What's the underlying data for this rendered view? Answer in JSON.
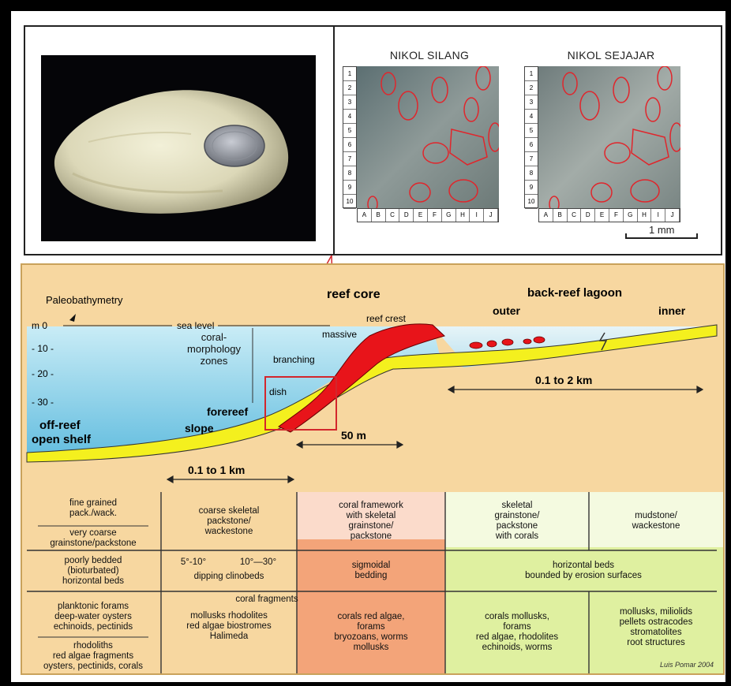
{
  "top": {
    "grid_left_title": "NIKOL SILANG",
    "grid_right_title": "NIKOL SEJAJAR",
    "row_numbers": [
      "1",
      "2",
      "3",
      "4",
      "5",
      "6",
      "7",
      "8",
      "9",
      "10"
    ],
    "col_letters": [
      "A",
      "B",
      "C",
      "D",
      "E",
      "F",
      "G",
      "H",
      "I",
      "J"
    ],
    "scale_label": "1 mm"
  },
  "diagram": {
    "paleobathymetry": "Paleobathymetry",
    "sea_level": "sea level",
    "depth_labels": [
      "m 0",
      "- 10 -",
      "- 20 -",
      "- 30 -"
    ],
    "coral_morphology": "coral-\nmorphology\nzones",
    "reef_core": "reef core",
    "reef_crest": "reef crest",
    "massive": "massive",
    "branching": "branching",
    "dish": "dish",
    "forereef": "forereef",
    "slope": "slope",
    "off_reef": "off-reef",
    "open_shelf": "open shelf",
    "back_reef": "back-reef lagoon",
    "outer": "outer",
    "inner": "inner",
    "dist_lagoon": "0.1  to 2 km",
    "dist_reef": "50 m",
    "dist_slope": "0.1  to 1 km"
  },
  "table": {
    "r1": [
      "fine grained\npack./wack.",
      "very coarse\ngrainstone/packstone",
      "coarse skeletal\npackstone/\nwackestone",
      "coral framework\nwith skeletal\ngrainstone/\npackstone",
      "skeletal\ngrainstone/\npackstone\nwith corals",
      "mudstone/\nwackestone"
    ],
    "r2": [
      "poorly bedded\n(bioturbated)\nhorizontal beds",
      "5°-10°",
      "10°—30°",
      "dipping clinobeds",
      "sigmoidal\nbedding",
      "horizontal   beds\nbounded by erosion surfaces"
    ],
    "coral_fragments": "coral fragments",
    "r3": [
      "planktonic forams\ndeep-water oysters\nechinoids, pectinids",
      "rhodoliths\nred algae fragments\noysters, pectinids, corals",
      "mollusks rhodolites\nred algae biostromes\nHalimeda",
      "corals red algae,\nforams\nbryozoans, worms\nmollusks",
      "corals mollusks,\nforams\nred algae, rhodolites\nechinoids, worms",
      "mollusks, miliolids\npellets ostracodes\nstromatolites\nroot structures"
    ],
    "credit": "Luis Pomar 2004"
  },
  "colors": {
    "sea": "#8fd0e8",
    "sediment": "#f4f01e",
    "reef": "#e8141a",
    "panel_bg": "#f7d7a0",
    "core_column": "#f07a5a",
    "lagoon_column": "#dff0a0"
  }
}
